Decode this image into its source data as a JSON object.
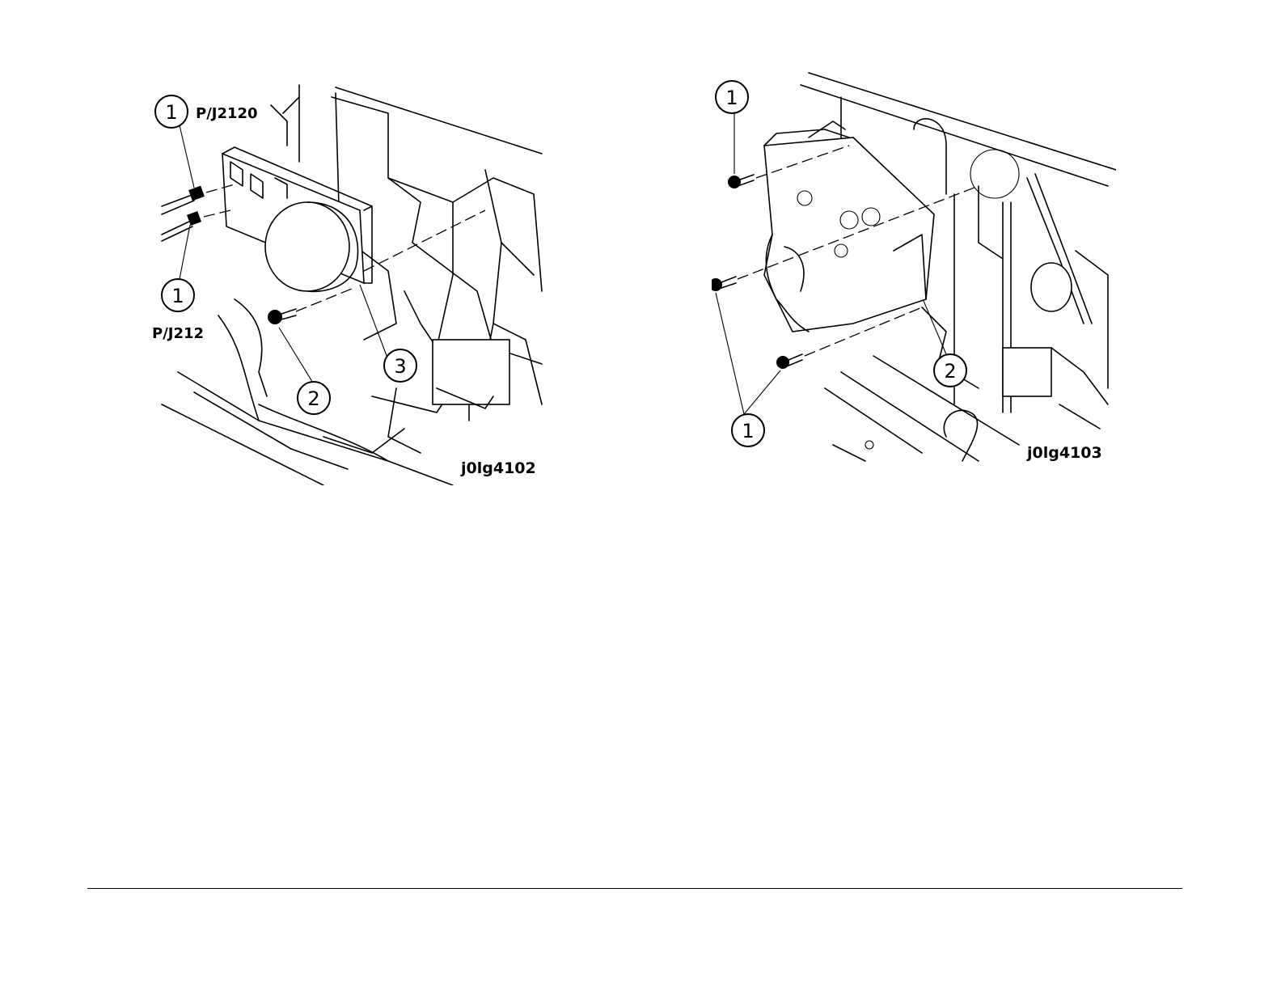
{
  "figure_left": {
    "id": "j0lg4102",
    "connector_top": "P/J2120",
    "connector_bottom": "P/J212",
    "callouts": [
      "1",
      "1",
      "2",
      "3"
    ]
  },
  "figure_right": {
    "id": "j0lg4103",
    "callouts": [
      "1",
      "1",
      "2"
    ]
  }
}
